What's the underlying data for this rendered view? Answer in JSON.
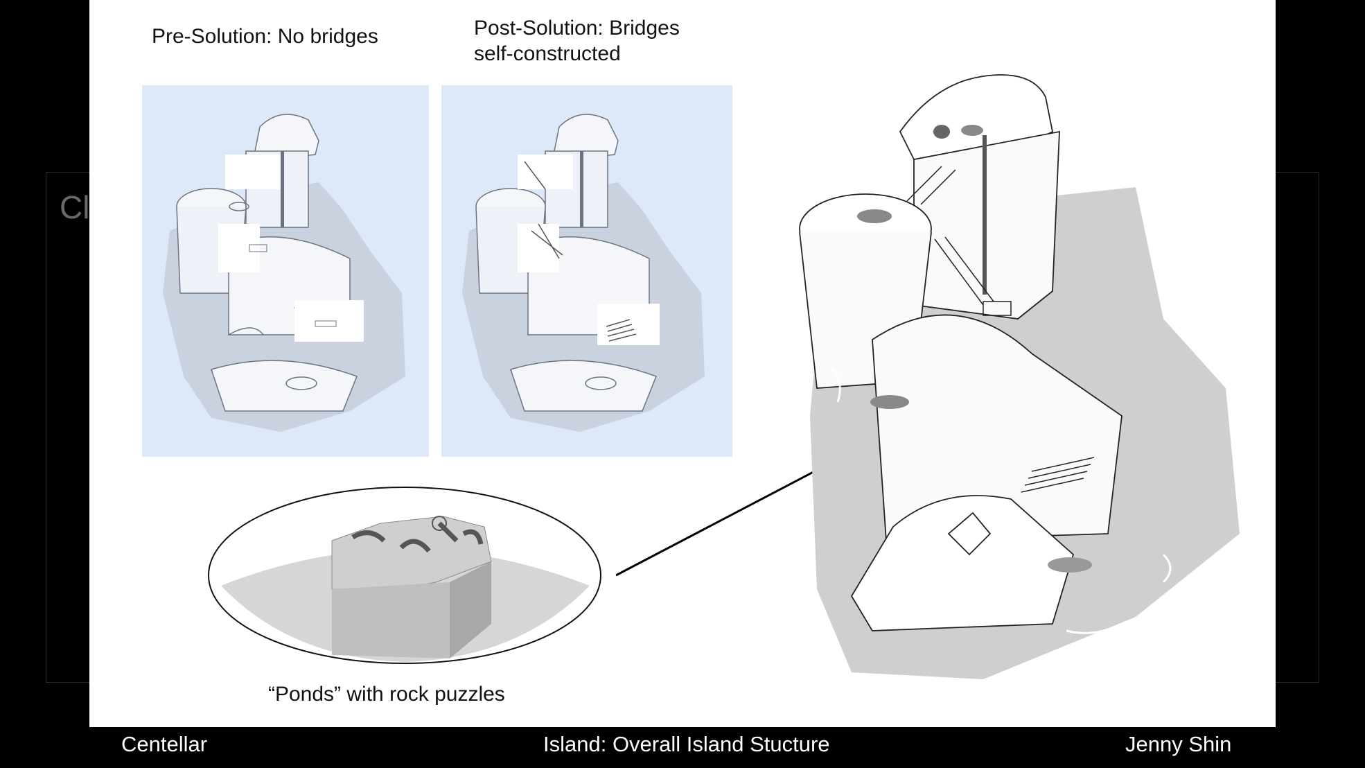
{
  "slide": {
    "label_pre": "Pre-Solution: No bridges",
    "label_post": "Post-Solution: Bridges self-constructed",
    "label_ponds": "“Ponds” with rock puzzles"
  },
  "footer": {
    "left": "Centellar",
    "center": "Island: Overall Island Stucture",
    "right": "Jenny Shin"
  },
  "background": {
    "ghost_text": "Cl"
  },
  "colors": {
    "panel_bg": "#dde9f8",
    "shadow": "#cfcfcf",
    "slide_bg": "#ffffff",
    "frame_bg": "#000000"
  }
}
